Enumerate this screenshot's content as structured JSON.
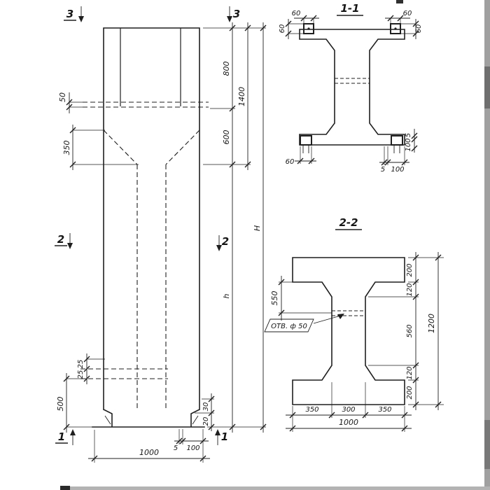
{
  "page": {
    "background": "#ffffff",
    "ink": "#1f1f1f"
  },
  "elevation": {
    "markers": {
      "top_left": "3",
      "top_right": "3",
      "mid_left": "2",
      "mid_right": "2",
      "bottom_left": "1",
      "bottom_right": "1"
    },
    "dims": {
      "plate_gap": "50",
      "taper_height": "350",
      "seg_800": "800",
      "seg_600": "600",
      "seg_1400": "1400",
      "total_height": "H",
      "shaft_height": "h",
      "base_500": "500",
      "plate_25_upper": "25",
      "plate_25_lower": "25",
      "foot_30": "30",
      "foot_20": "20",
      "foot_5": "5",
      "foot_100": "100",
      "base_width": "1000"
    }
  },
  "section_1_1": {
    "title": "1-1",
    "dims": {
      "top_left_60": "60",
      "top_left_v60": "60",
      "top_right_60": "60",
      "top_right_v60": "60",
      "bottom_left_60": "60",
      "bottom_right_5": "5",
      "bottom_right_100": "100",
      "right_5": "5",
      "right_100": "100"
    }
  },
  "section_2_2": {
    "title": "2-2",
    "hole_label": "ОТВ. ф 50",
    "dims": {
      "left_550": "550",
      "right_200_top": "200",
      "right_120_top": "120",
      "right_560": "560",
      "right_120_bottom": "120",
      "right_200_bottom": "200",
      "total_1200": "1200",
      "bottom_350_left": "350",
      "bottom_300": "300",
      "bottom_350_right": "350",
      "bottom_1000": "1000"
    }
  }
}
